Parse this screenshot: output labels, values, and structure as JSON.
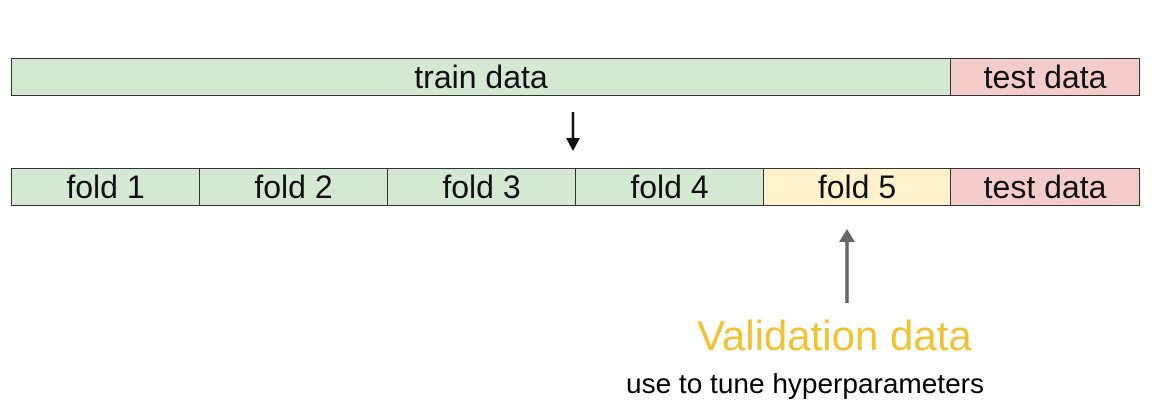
{
  "colors": {
    "train": "#d5e8d4",
    "test": "#f4cccc",
    "validation_fold": "#fff2cc",
    "validation_text": "#f1c232",
    "arrow_down": "#111111",
    "arrow_up": "#666666"
  },
  "top_bar": {
    "train_label": "train data",
    "test_label": "test data"
  },
  "bottom_bar": {
    "folds": [
      {
        "label": "fold 1",
        "role": "train"
      },
      {
        "label": "fold 2",
        "role": "train"
      },
      {
        "label": "fold 3",
        "role": "train"
      },
      {
        "label": "fold 4",
        "role": "train"
      },
      {
        "label": "fold 5",
        "role": "validation"
      }
    ],
    "test_label": "test data"
  },
  "annotation": {
    "title": "Validation data",
    "subtitle": "use to tune hyperparameters"
  }
}
